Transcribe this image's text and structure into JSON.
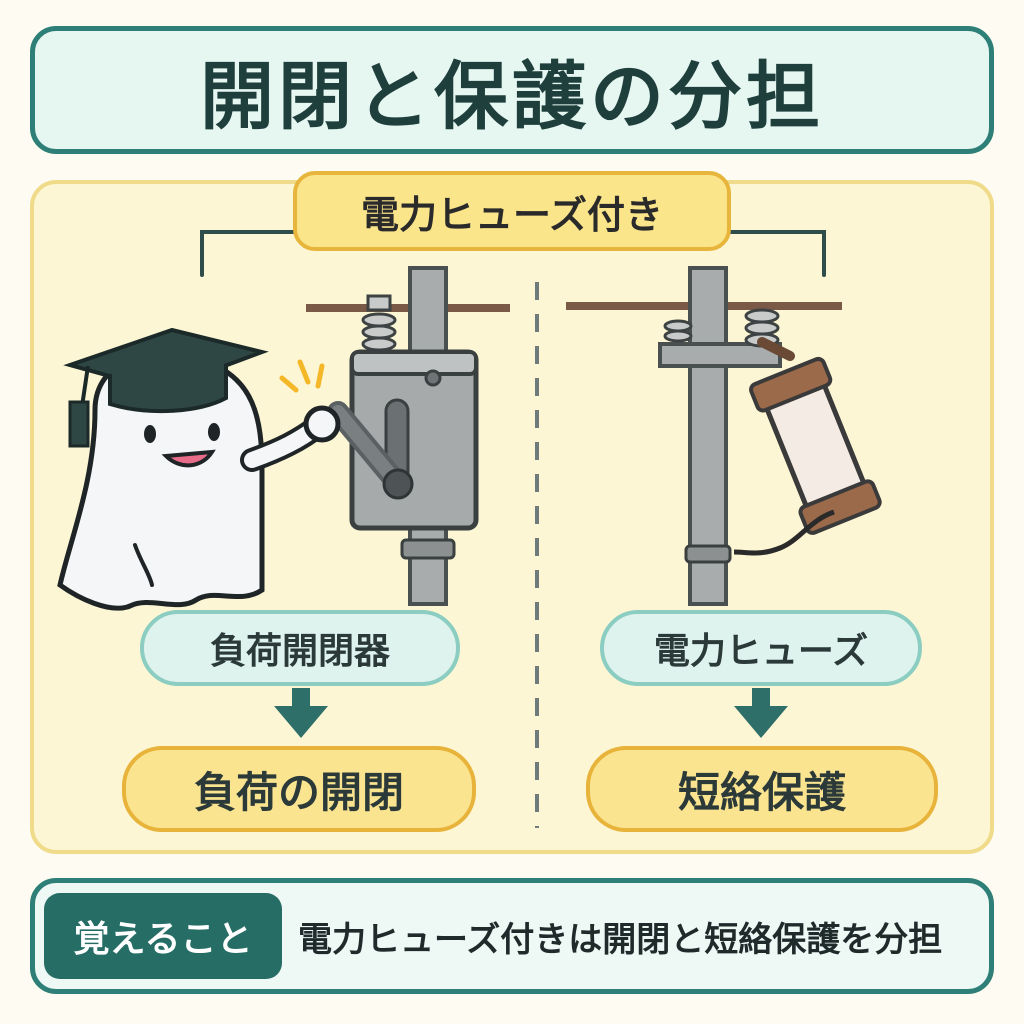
{
  "title": "開閉と保護の分担",
  "group_label": "電力ヒューズ付き",
  "left": {
    "device_label": "負荷開閉器",
    "role_label": "負荷の開閉"
  },
  "right": {
    "device_label": "電力ヒューズ",
    "role_label": "短絡保護"
  },
  "summary": {
    "badge": "覚えること",
    "text": "電力ヒューズ付きは開閉と短絡保護を分担"
  },
  "icons": [
    "ghost-mascot",
    "graduation-cap-icon",
    "load-switch-illustration",
    "power-fuse-illustration",
    "arrow-down-icon"
  ],
  "colors": {
    "teal_border": "#2e7f77",
    "yellow_fill": "#fbe490",
    "yellow_border": "#e8b33a",
    "panel_bg": "#fcf6d4"
  }
}
